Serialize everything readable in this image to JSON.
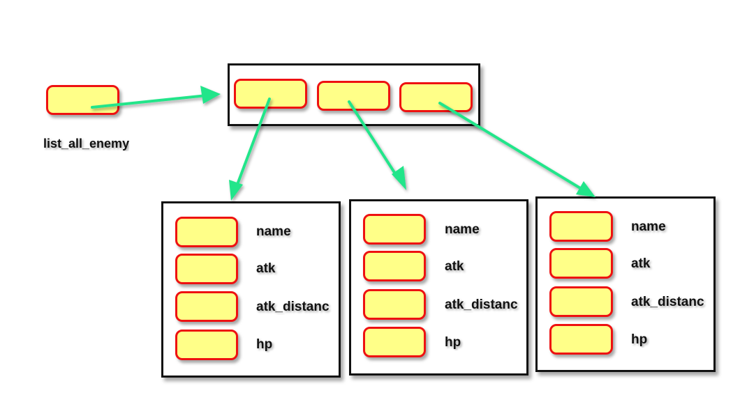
{
  "variable": {
    "label": "list_all_enemy"
  },
  "list_container": {
    "slot_count": 3
  },
  "objects": [
    {
      "fields": [
        "name",
        "atk",
        "atk_distanc",
        "hp"
      ]
    },
    {
      "fields": [
        "name",
        "atk",
        "atk_distanc",
        "hp"
      ]
    },
    {
      "fields": [
        "name",
        "atk",
        "atk_distanc",
        "hp"
      ]
    }
  ],
  "colors": {
    "cell_fill": "#ffff88",
    "cell_border": "#ee1111",
    "frame_border": "#111111",
    "arrow": "#22e58a"
  }
}
